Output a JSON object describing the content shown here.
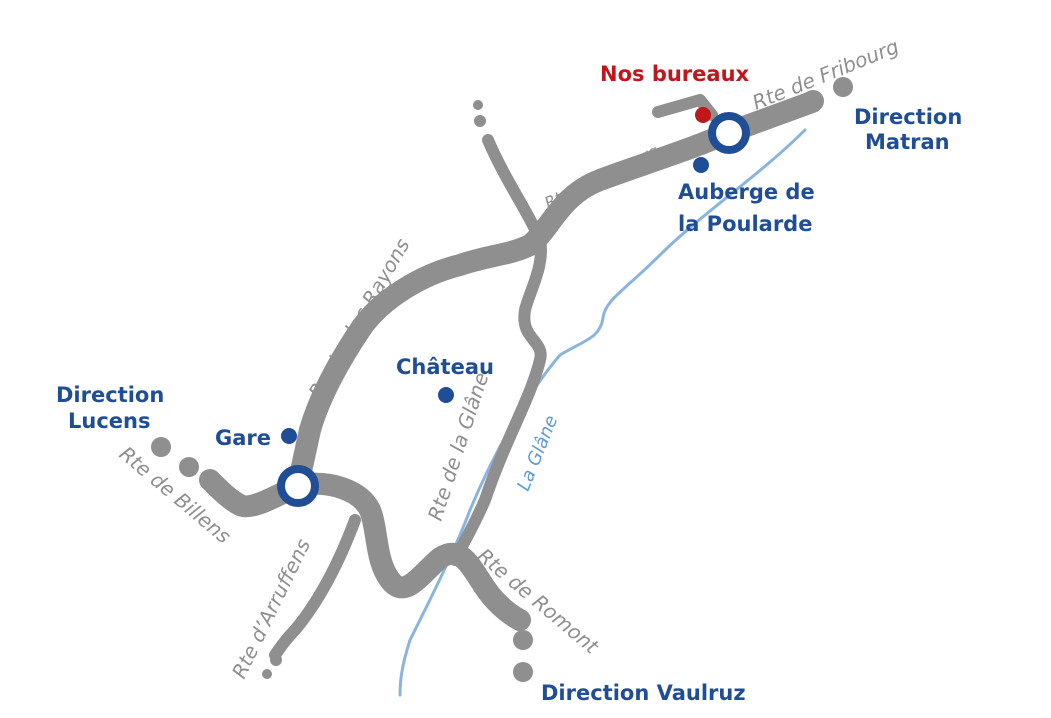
{
  "places": {
    "nos_bureaux": "Nos bureaux",
    "direction_matran_1": "Direction",
    "direction_matran_2": "Matran",
    "auberge_1": "Auberge de",
    "auberge_2": "la Poularde",
    "chateau": "Château",
    "direction_lucens_1": "Direction",
    "direction_lucens_2": "Lucens",
    "gare": "Gare",
    "direction_vaulruz": "Direction Vaulruz"
  },
  "roads": {
    "rte_fribourg_ne": "Rte de Fribourg",
    "rte_fribourg_mid": "Rte de Fribourg",
    "route_des_rayons": "Route des Rayons",
    "rte_de_billens": "Rte de Billens",
    "rte_de_la_glane": "Rte de la Glâne",
    "rte_d_arruffens": "Rte d’Arruffens",
    "rte_de_romont": "Rte de Romont"
  },
  "river": {
    "name": "La Glâne"
  },
  "colors": {
    "road": "#8f8f8f",
    "place": "#1f4e96",
    "office": "#c0171c",
    "river": "#8ab4e0"
  }
}
